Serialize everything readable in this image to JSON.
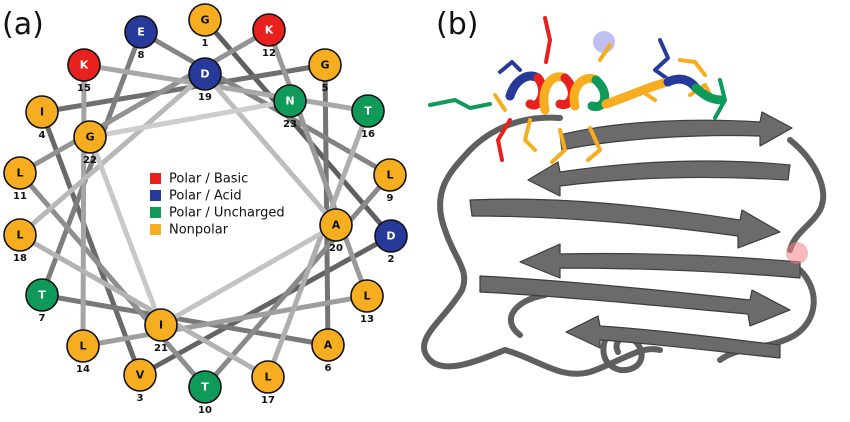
{
  "panels": {
    "a_label": "(a)",
    "b_label": "(b)"
  },
  "colors": {
    "polar_basic": "#e8201e",
    "polar_acid": "#273a9a",
    "polar_uncharged": "#0f9a5a",
    "nonpolar": "#f6ad1f",
    "protein_gray": "#6b6b6b"
  },
  "legend": [
    {
      "label": "Polar / Basic",
      "color_key": "polar_basic"
    },
    {
      "label": "Polar / Acid",
      "color_key": "polar_acid"
    },
    {
      "label": "Polar / Uncharged",
      "color_key": "polar_uncharged"
    },
    {
      "label": "Nonpolar",
      "color_key": "nonpolar"
    }
  ],
  "helical_wheel": {
    "residues": [
      {
        "num": "1",
        "letter": "G",
        "type": "nonpolar"
      },
      {
        "num": "2",
        "letter": "D",
        "type": "polar_acid"
      },
      {
        "num": "3",
        "letter": "V",
        "type": "nonpolar"
      },
      {
        "num": "4",
        "letter": "I",
        "type": "nonpolar"
      },
      {
        "num": "5",
        "letter": "G",
        "type": "nonpolar"
      },
      {
        "num": "6",
        "letter": "A",
        "type": "nonpolar"
      },
      {
        "num": "7",
        "letter": "T",
        "type": "polar_uncharged"
      },
      {
        "num": "8",
        "letter": "E",
        "type": "polar_acid"
      },
      {
        "num": "9",
        "letter": "L",
        "type": "nonpolar"
      },
      {
        "num": "10",
        "letter": "T",
        "type": "polar_uncharged"
      },
      {
        "num": "11",
        "letter": "L",
        "type": "nonpolar"
      },
      {
        "num": "12",
        "letter": "K",
        "type": "polar_basic"
      },
      {
        "num": "13",
        "letter": "L",
        "type": "nonpolar"
      },
      {
        "num": "14",
        "letter": "L",
        "type": "nonpolar"
      },
      {
        "num": "15",
        "letter": "K",
        "type": "polar_basic"
      },
      {
        "num": "16",
        "letter": "T",
        "type": "polar_uncharged"
      },
      {
        "num": "17",
        "letter": "L",
        "type": "nonpolar"
      },
      {
        "num": "18",
        "letter": "L",
        "type": "nonpolar"
      },
      {
        "num": "19",
        "letter": "D",
        "type": "polar_acid"
      },
      {
        "num": "20",
        "letter": "A",
        "type": "nonpolar"
      },
      {
        "num": "21",
        "letter": "I",
        "type": "nonpolar"
      },
      {
        "num": "22",
        "letter": "G",
        "type": "nonpolar"
      },
      {
        "num": "23",
        "letter": "N",
        "type": "polar_uncharged"
      }
    ]
  }
}
